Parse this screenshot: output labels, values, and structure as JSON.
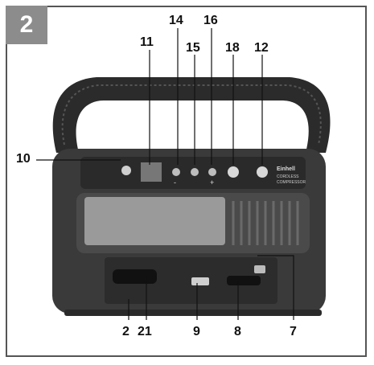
{
  "figure_number": "2",
  "callouts": [
    {
      "id": "c10",
      "text": "10"
    },
    {
      "id": "c11",
      "text": "11"
    },
    {
      "id": "c14",
      "text": "14"
    },
    {
      "id": "c15",
      "text": "15"
    },
    {
      "id": "c16",
      "text": "16"
    },
    {
      "id": "c18",
      "text": "18"
    },
    {
      "id": "c12",
      "text": "12"
    },
    {
      "id": "c2",
      "text": "2"
    },
    {
      "id": "c21",
      "text": "21"
    },
    {
      "id": "c9",
      "text": "9"
    },
    {
      "id": "c8",
      "text": "8"
    },
    {
      "id": "c7",
      "text": "7"
    }
  ],
  "panel": {
    "minus": "-",
    "plus": "+",
    "brand": "Einhell",
    "product_line1": "CORDLESS",
    "product_line2": "COMPRESSOR"
  }
}
